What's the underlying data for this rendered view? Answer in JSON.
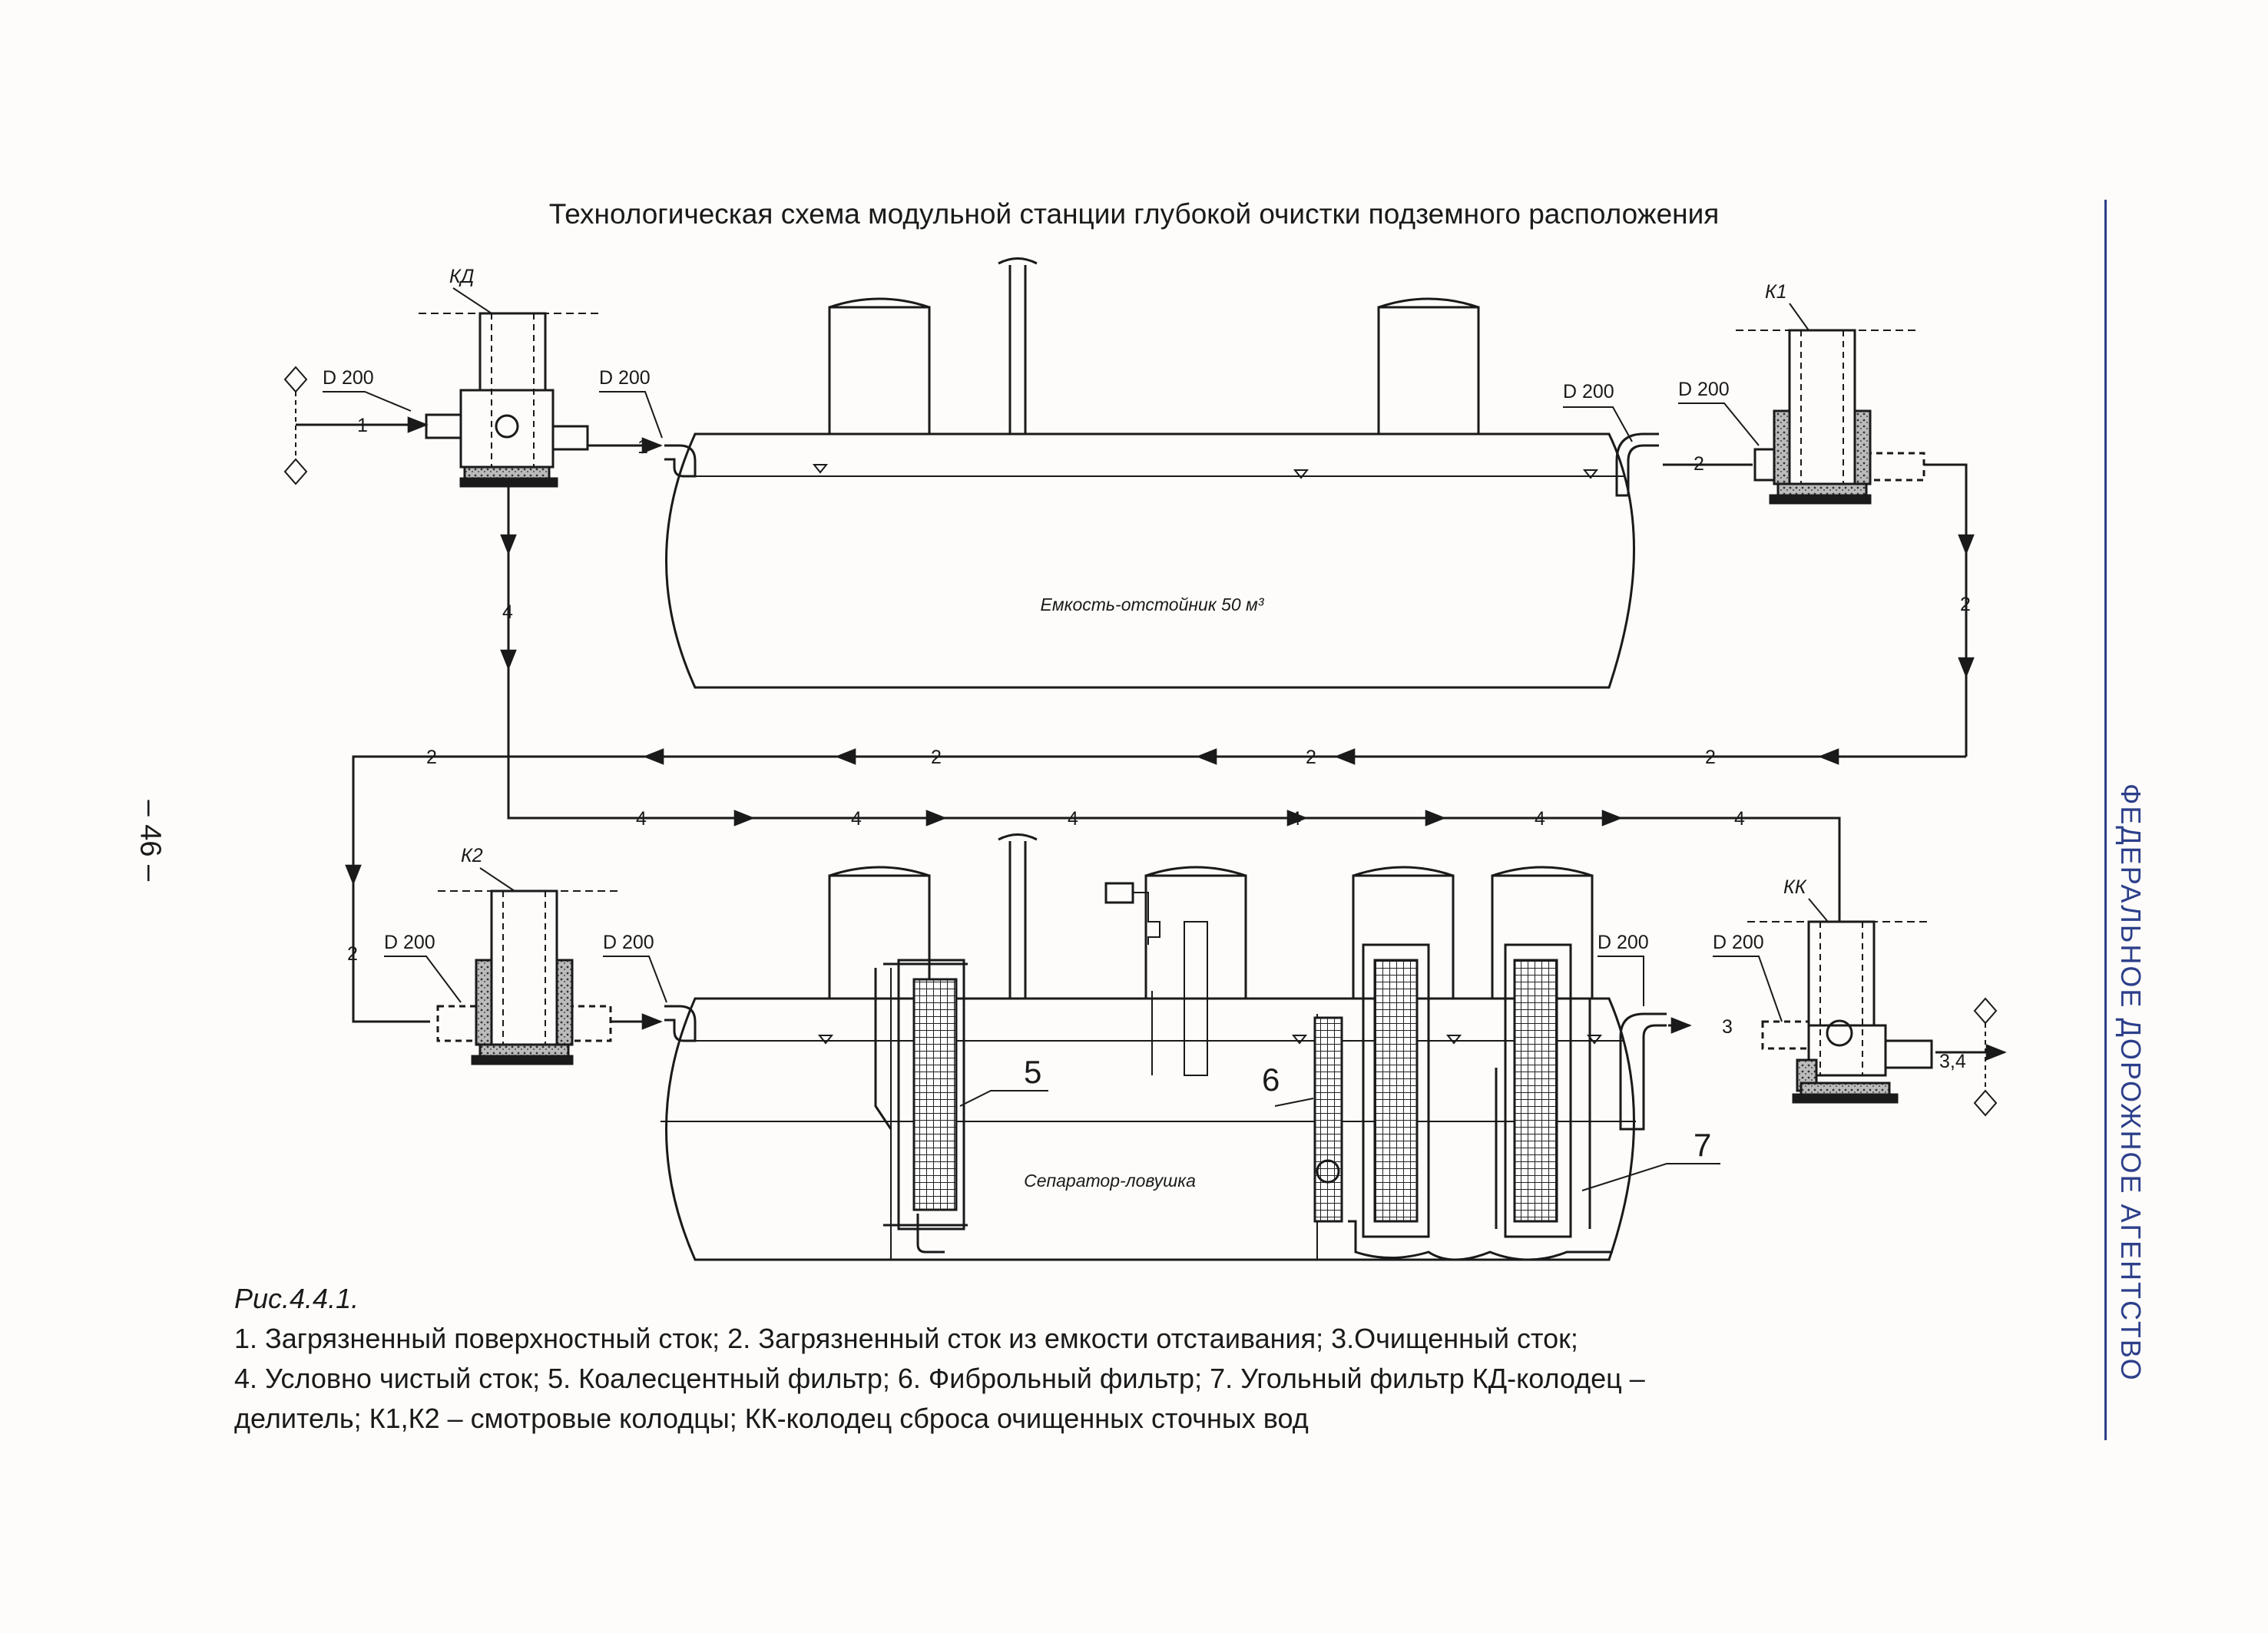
{
  "title": "Технологическая схема модульной станции глубокой очистки подземного расположения",
  "page_number": "– 46 –",
  "agency": "ФЕДЕРАЛЬНОЕ  ДОРОЖНОЕ  АГЕНТСТВО",
  "figure": {
    "label": "Рис.4.4.1.",
    "legend": [
      "1. Загрязненный поверхностный сток; 2. Загрязненный сток из емкости отстаивания; 3.Очищенный сток;",
      "4. Условно чистый сток; 5. Коалесцентный фильтр; 6. Фиброльный фильтр; 7. Угольный фильтр КД-колодец –",
      "делитель; К1,К2 – смотровые колодцы; КК-колодец сброса очищенных сточных вод"
    ]
  },
  "diagram": {
    "tank_top": "Емкость-отстойник 50 м³",
    "tank_bottom": "Сепаратор-ловушка",
    "wells": {
      "kd": "КД",
      "k1": "К1",
      "k2": "К2",
      "kk": "КК"
    },
    "pipe": "D 200",
    "flows": {
      "f1": "1",
      "f2": "2",
      "f3": "3",
      "f4": "4",
      "f34": "3,4"
    },
    "items": {
      "i5": "5",
      "i6": "6",
      "i7": "7"
    }
  }
}
